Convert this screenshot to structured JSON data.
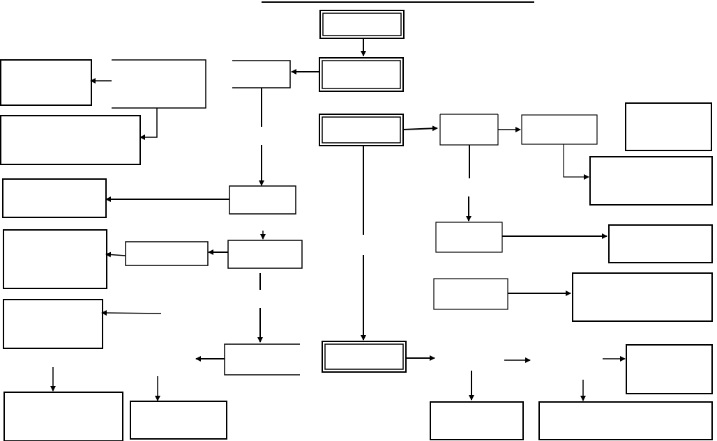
{
  "diagram": {
    "title": "",
    "boxes": [
      {
        "id": "top-box",
        "label": "",
        "style": "double"
      },
      {
        "id": "box-2",
        "label": "",
        "style": "double"
      },
      {
        "id": "box-3",
        "label": "",
        "style": "double"
      },
      {
        "id": "box-bottom-center",
        "label": "",
        "style": "double"
      },
      {
        "id": "left-top-1",
        "label": ""
      },
      {
        "id": "left-top-2",
        "label": ""
      },
      {
        "id": "left-3",
        "label": ""
      },
      {
        "id": "left-4",
        "label": ""
      },
      {
        "id": "left-5",
        "label": ""
      },
      {
        "id": "left-bottom-1",
        "label": ""
      },
      {
        "id": "left-bottom-2",
        "label": ""
      },
      {
        "id": "center-left-1",
        "label": ""
      },
      {
        "id": "center-left-2",
        "label": ""
      },
      {
        "id": "center-left-3",
        "label": ""
      },
      {
        "id": "mid-left-1",
        "label": ""
      },
      {
        "id": "right-1",
        "label": ""
      },
      {
        "id": "right-2",
        "label": ""
      },
      {
        "id": "right-3",
        "label": ""
      },
      {
        "id": "right-4",
        "label": ""
      },
      {
        "id": "right-mid-1",
        "label": ""
      },
      {
        "id": "right-mid-2",
        "label": ""
      },
      {
        "id": "right-bottom-1",
        "label": ""
      },
      {
        "id": "right-bottom-2",
        "label": ""
      },
      {
        "id": "right-bottom-3",
        "label": ""
      },
      {
        "id": "right-top-1",
        "label": ""
      },
      {
        "id": "right-top-2",
        "label": ""
      }
    ]
  }
}
